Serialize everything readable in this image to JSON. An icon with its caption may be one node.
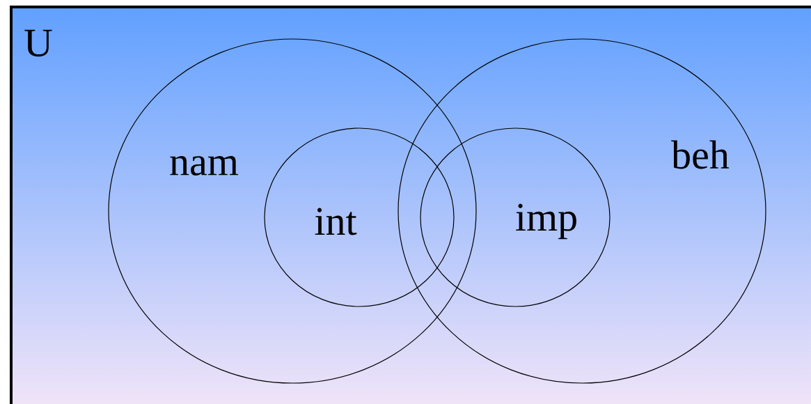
{
  "diagram": {
    "nodes": [
      {
        "text": [
          "U"
        ]
      },
      {
        "text": [
          "nam"
        ],
        "in": 0
      },
      {
        "text": [
          "int"
        ],
        "in": 1
      },
      {
        "text": [
          "beh"
        ],
        "in": 0
      },
      {
        "text": [
          "imp"
        ],
        "in": 3
      }
    ]
  }
}
